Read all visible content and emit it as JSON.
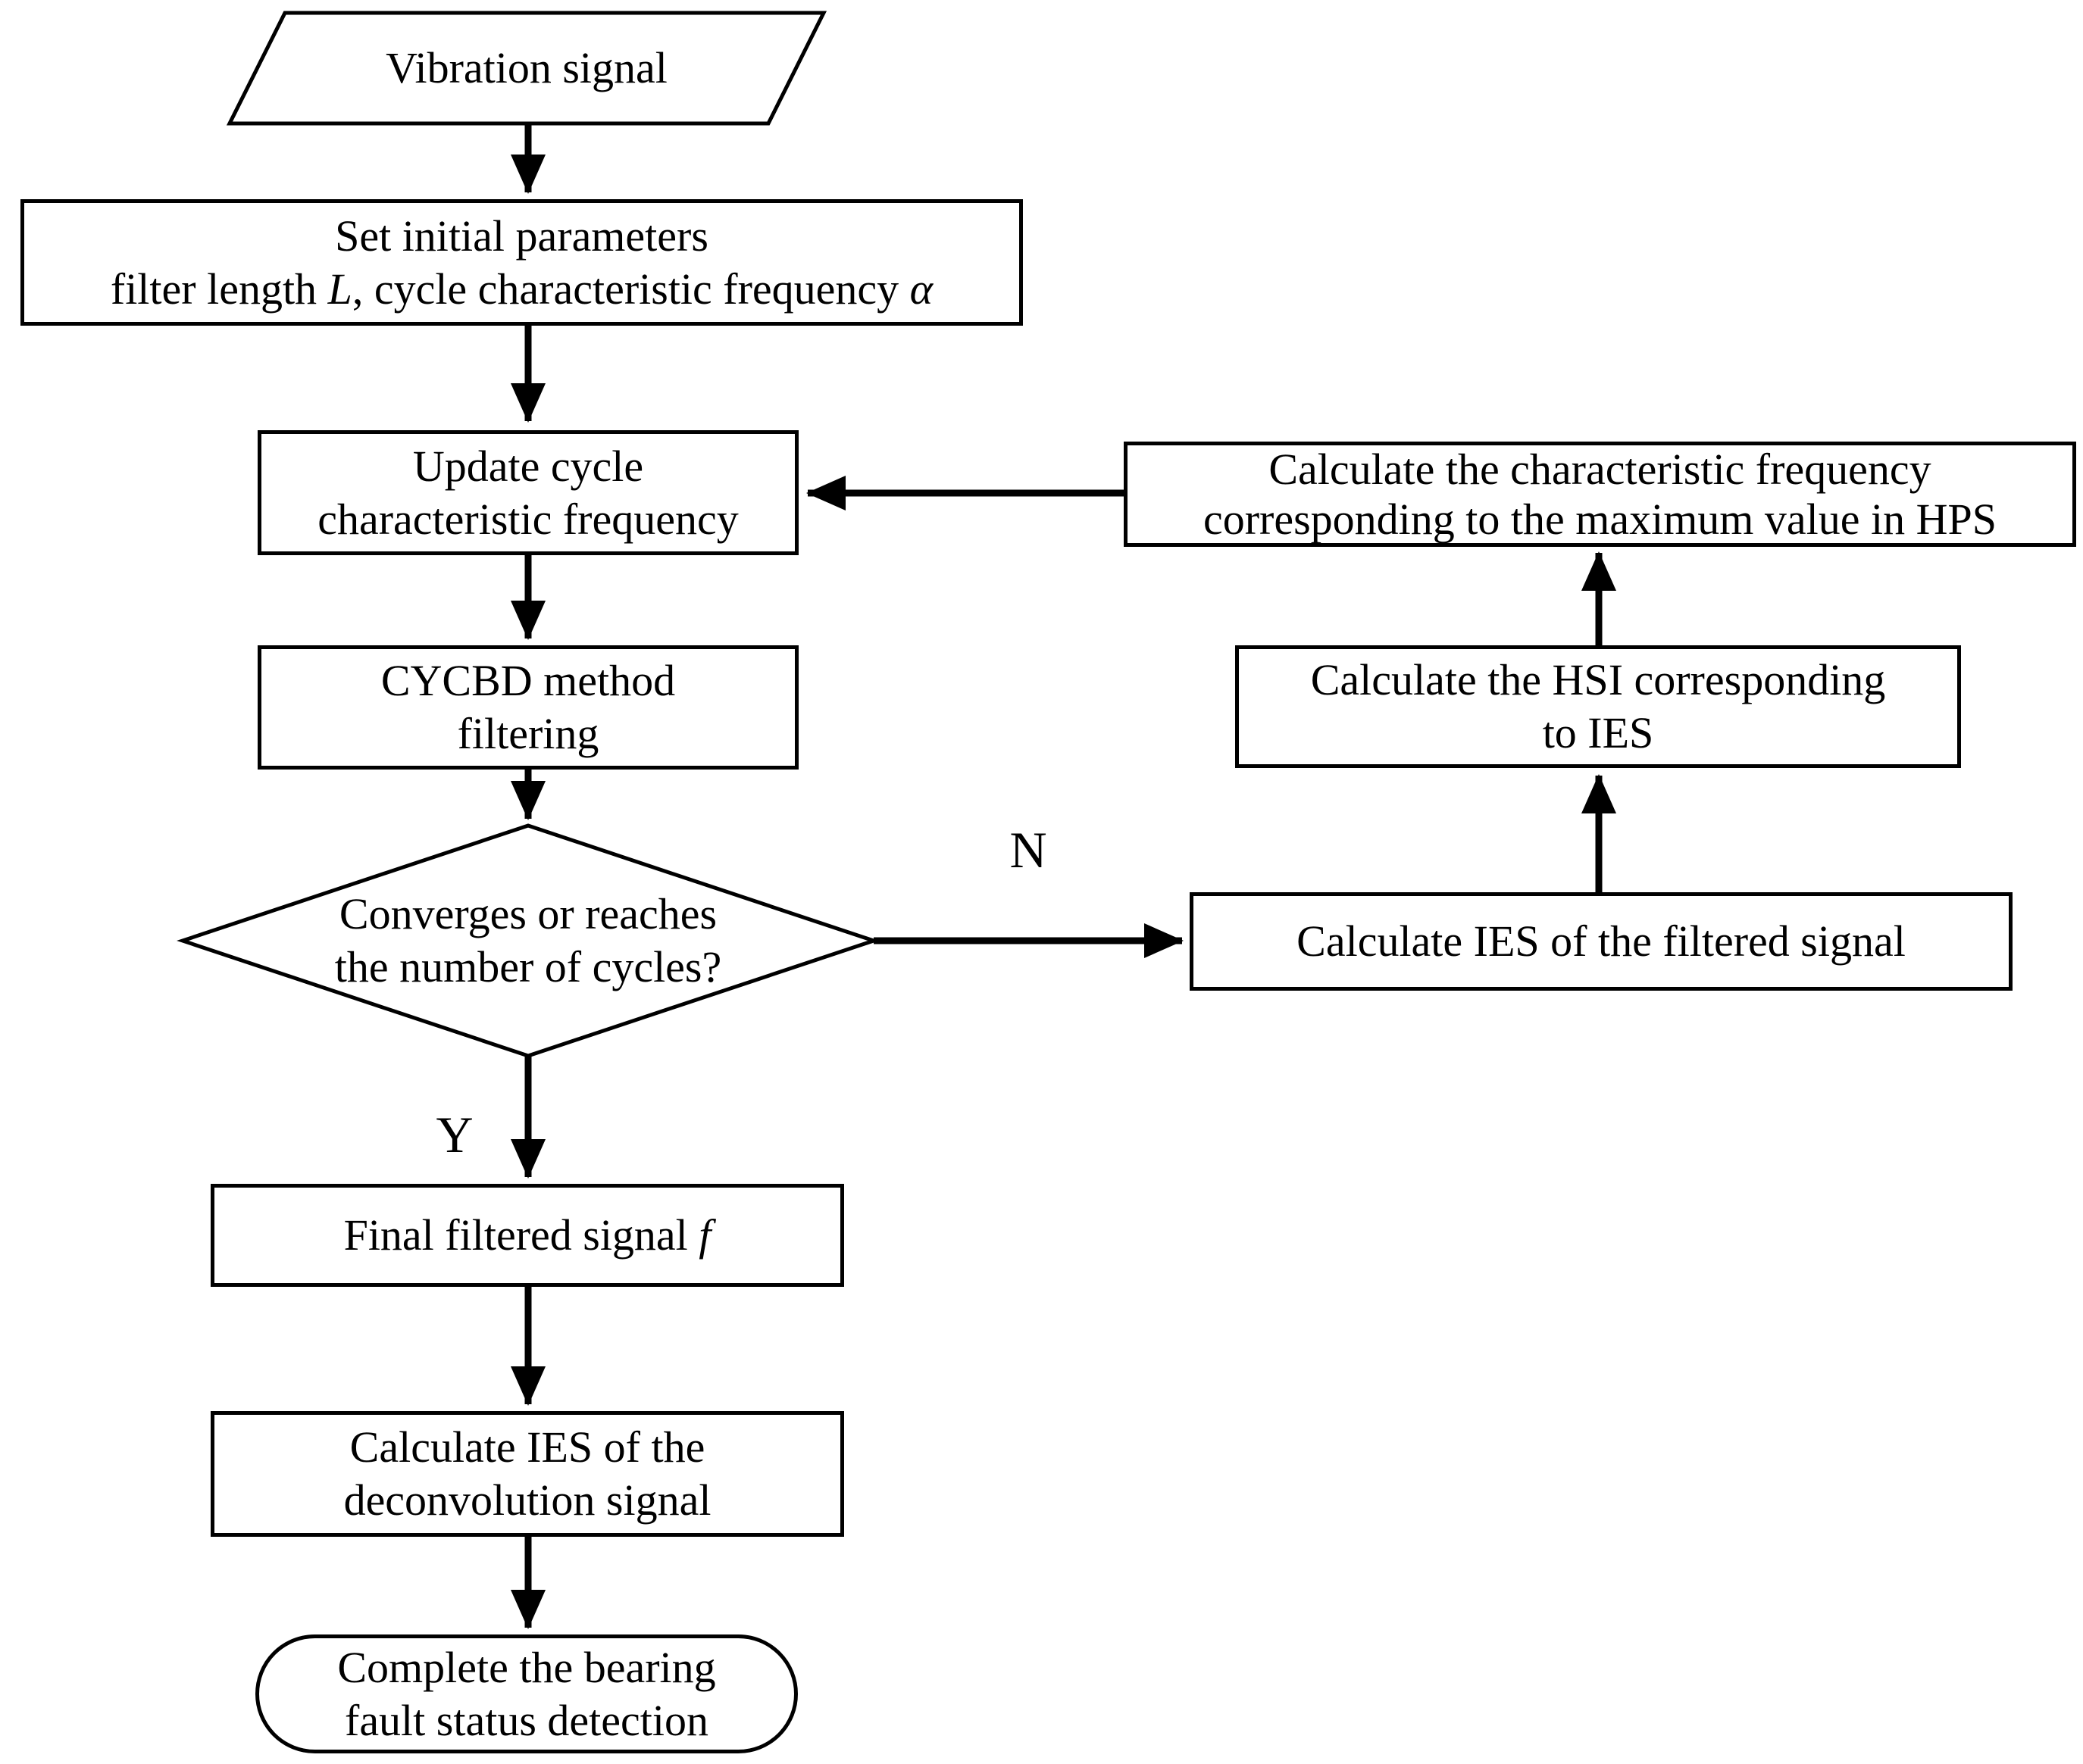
{
  "diagram": {
    "background_color": "#ffffff",
    "line_color": "#000000",
    "text_color": "#000000",
    "nodes": {
      "vibration_signal": {
        "shape": "parallelogram",
        "label": "Vibration signal"
      },
      "set_initial": {
        "shape": "process",
        "line1": "Set initial parameters",
        "line2_pre": "filter length ",
        "line2_var1": "L",
        "line2_mid": ", cycle characteristic frequency ",
        "line2_var2": "α"
      },
      "update_cycle": {
        "shape": "process",
        "line1": "Update cycle",
        "line2": "characteristic frequency"
      },
      "cycbd": {
        "shape": "process",
        "line1": "CYCBD method",
        "line2": "filtering"
      },
      "converges": {
        "shape": "decision",
        "line1": "Converges or reaches",
        "line2": "the number of cycles?"
      },
      "final_filtered": {
        "shape": "process",
        "pre": "Final filtered signal ",
        "var": "f"
      },
      "ies_deconvolution": {
        "shape": "process",
        "line1": "Calculate IES of the",
        "line2": "deconvolution signal"
      },
      "complete": {
        "shape": "terminator",
        "line1": "Complete the bearing",
        "line2": "fault status detection"
      },
      "ies_filtered": {
        "shape": "process",
        "label": "Calculate IES of the filtered signal"
      },
      "hsi": {
        "shape": "process",
        "line1": "Calculate the HSI corresponding",
        "line2": "to IES"
      },
      "char_freq": {
        "shape": "process",
        "line1": "Calculate the characteristic frequency",
        "line2": "corresponding to the maximum value in HPS"
      }
    },
    "edge_labels": {
      "yes": "Y",
      "no": "N"
    }
  }
}
